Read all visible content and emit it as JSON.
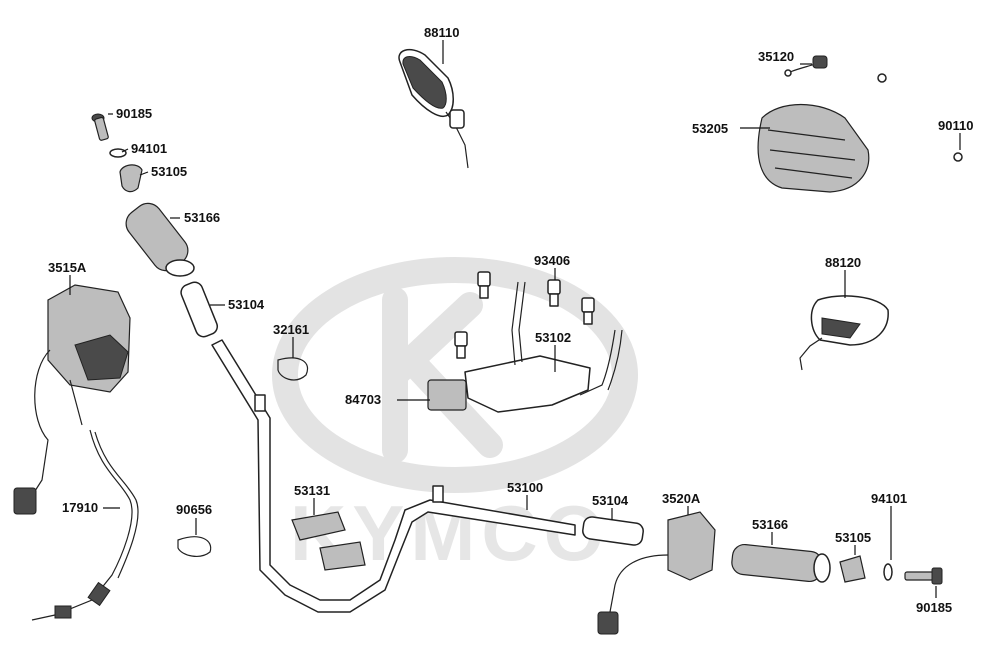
{
  "watermark": {
    "brand": "KYMCO"
  },
  "parts": [
    {
      "id": "p88110",
      "label": "88110"
    },
    {
      "id": "p35120",
      "label": "35120"
    },
    {
      "id": "p90185a",
      "label": "90185"
    },
    {
      "id": "p94101a",
      "label": "94101"
    },
    {
      "id": "p53105a",
      "label": "53105"
    },
    {
      "id": "p53205",
      "label": "53205"
    },
    {
      "id": "p90110",
      "label": "90110"
    },
    {
      "id": "p53166a",
      "label": "53166"
    },
    {
      "id": "p3515A",
      "label": "3515A"
    },
    {
      "id": "p93406",
      "label": "93406"
    },
    {
      "id": "p88120",
      "label": "88120"
    },
    {
      "id": "p53104a",
      "label": "53104"
    },
    {
      "id": "p32161",
      "label": "32161"
    },
    {
      "id": "p53102",
      "label": "53102"
    },
    {
      "id": "p84703",
      "label": "84703"
    },
    {
      "id": "p53131",
      "label": "53131"
    },
    {
      "id": "p53100",
      "label": "53100"
    },
    {
      "id": "p53104b",
      "label": "53104"
    },
    {
      "id": "p3520A",
      "label": "3520A"
    },
    {
      "id": "p94101b",
      "label": "94101"
    },
    {
      "id": "p17910",
      "label": "17910"
    },
    {
      "id": "p90656",
      "label": "90656"
    },
    {
      "id": "p53166b",
      "label": "53166"
    },
    {
      "id": "p53105b",
      "label": "53105"
    },
    {
      "id": "p90185b",
      "label": "90185"
    }
  ]
}
